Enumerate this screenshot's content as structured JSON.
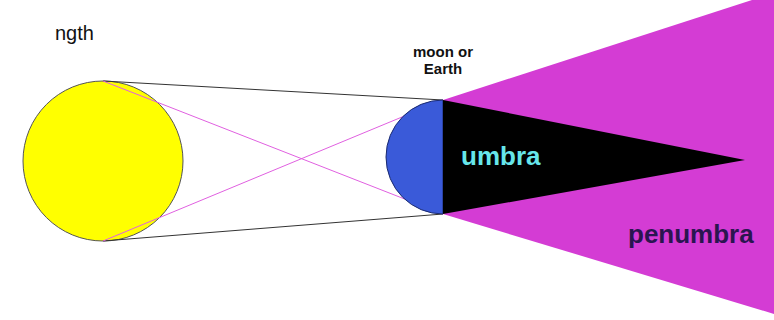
{
  "diagram": {
    "nodes": [
      {
        "text": [
          "moon or Earth"
        ]
      },
      {
        "text": [
          "penumbra"
        ]
      },
      {
        "text": [
          "umbra"
        ]
      }
    ],
    "labels": [
      "ngth"
    ]
  }
}
